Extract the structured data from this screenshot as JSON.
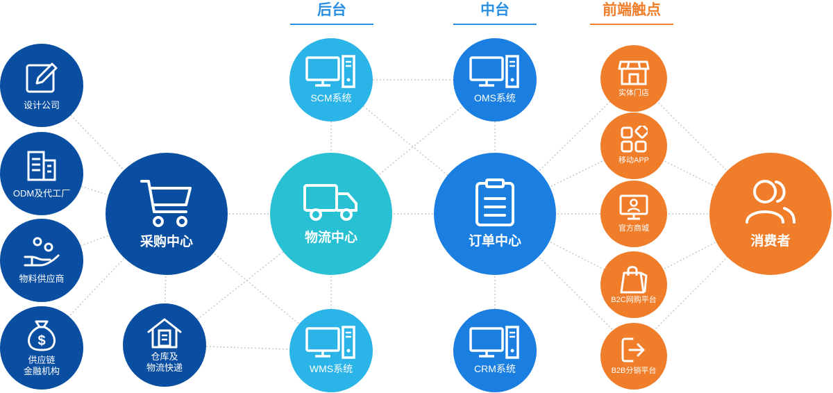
{
  "columns": {
    "backend": "后台",
    "middle": "中台",
    "frontend": "前端触点"
  },
  "colors": {
    "dark_blue": "#0a4ea2",
    "light_blue": "#2ab4e8",
    "cyan": "#27c1d3",
    "mid_blue": "#1a7fe0",
    "orange": "#f07d2a",
    "title_blue": "#2a8fe0",
    "title_orange": "#f07d2a"
  },
  "suppliers": [
    {
      "label": "设计公司",
      "icon": "pencil-square-icon"
    },
    {
      "label": "ODM及代工厂",
      "icon": "building-icon"
    },
    {
      "label": "物料供应商",
      "icon": "hand-coins-icon"
    },
    {
      "label": "供应链\n金融机构",
      "icon": "money-bag-icon"
    }
  ],
  "hubs": {
    "purchase": {
      "label": "采购中心",
      "icon": "cart-icon"
    },
    "logistics": {
      "label": "物流中心",
      "icon": "truck-icon"
    },
    "order": {
      "label": "订单中心",
      "icon": "clipboard-icon"
    },
    "consumer": {
      "label": "消费者",
      "icon": "users-icon"
    },
    "warehouse": {
      "label": "仓库及\n物流快递",
      "icon": "warehouse-icon"
    }
  },
  "systems": {
    "scm": "SCM系统",
    "wms": "WMS系统",
    "oms": "OMS系统",
    "crm": "CRM系统"
  },
  "touchpoints": [
    {
      "label": "实体门店",
      "icon": "store-icon"
    },
    {
      "label": "移动APP",
      "icon": "app-grid-icon"
    },
    {
      "label": "官方商城",
      "icon": "monitor-user-icon"
    },
    {
      "label": "B2C网购平台",
      "icon": "shopping-bag-icon"
    },
    {
      "label": "B2B分销平台",
      "icon": "exit-arrow-icon"
    }
  ]
}
